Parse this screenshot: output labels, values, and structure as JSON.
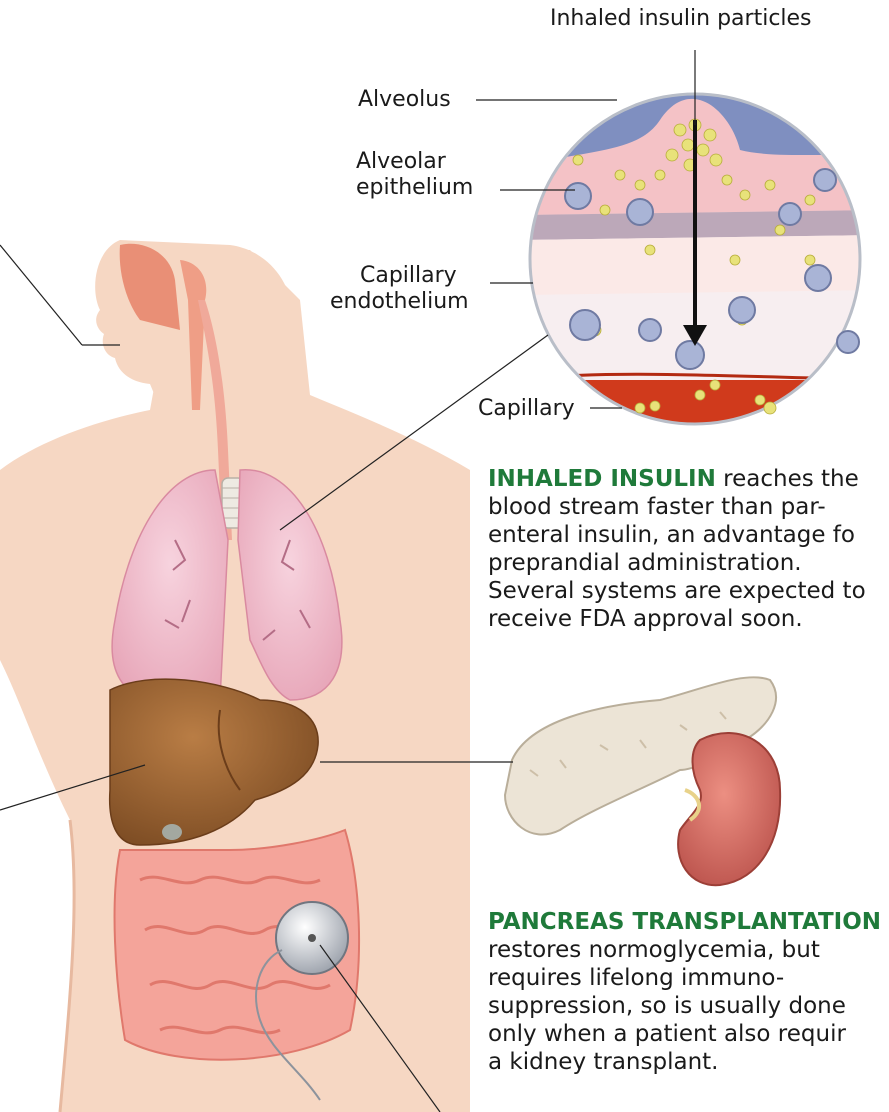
{
  "labels": {
    "inhaled_particles": "Inhaled insulin particles",
    "alveolus": "Alveolus",
    "alveolar_epithelium": [
      "Alveolar",
      "epithelium"
    ],
    "capillary_endothelium": [
      "Capillary",
      "endothelium"
    ],
    "capillary": "Capillary"
  },
  "inhaled_insulin": {
    "heading": "INHALED INSULIN",
    "first_line_rest": " reaches the",
    "lines": [
      "blood stream faster than par-",
      "enteral insulin, an advantage fo",
      "preprandial administration.",
      "Several systems are expected to",
      "receive FDA approval soon."
    ]
  },
  "pancreas": {
    "heading": "PANCREAS TRANSPLANTATION",
    "lines": [
      "restores normoglycemia, but",
      "requires lifelong immuno-",
      "suppression, so is usually done",
      "only when a patient also requir",
      "a kidney transplant."
    ]
  },
  "colors": {
    "accent_green": "#1f7a3a",
    "skin": "#f6d7c3",
    "lung": "#efb8c8",
    "liver": "#9a6535",
    "intestine": "#f4a49a",
    "pancreas": "#ece4d6",
    "kidney": "#d97266",
    "alveolus_blue": "#7f8fc0",
    "epithelium_pink": "#f4c2c6",
    "blood_red": "#d03a1c",
    "insulin_yellow": "#e8e27a"
  }
}
